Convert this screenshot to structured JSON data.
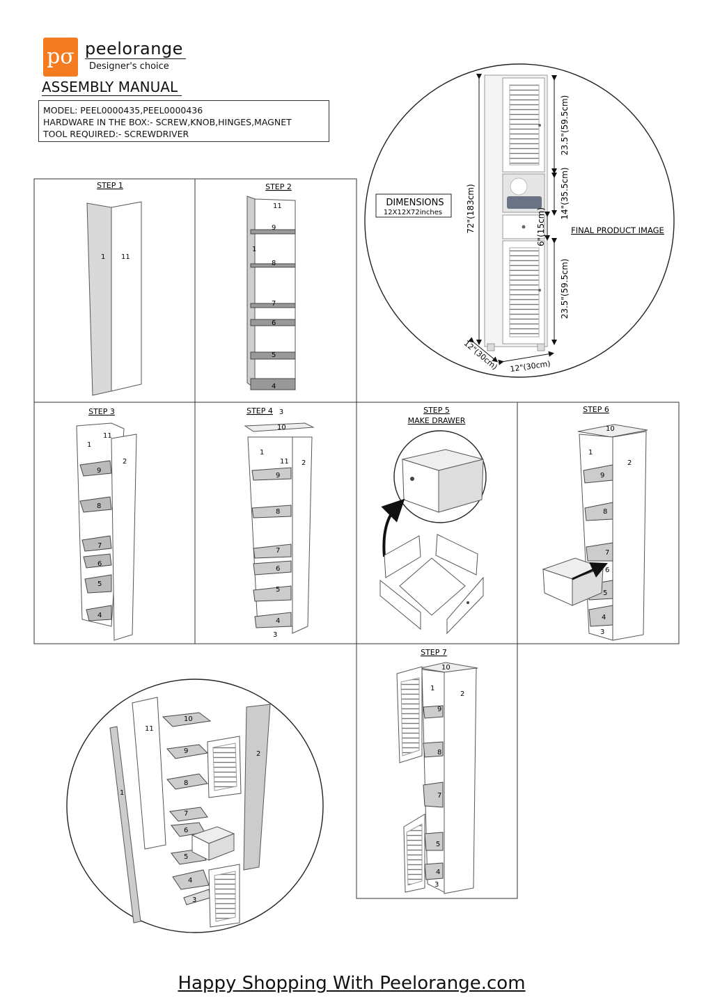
{
  "brand": {
    "logo_text": "pσ",
    "name": "peelorange",
    "tagline": "Designer's choice",
    "accent_color": "#f47b20"
  },
  "manual_title": "ASSEMBLY MANUAL",
  "info": {
    "model_line": "MODEL:  PEEL0000435,PEEL0000436",
    "hardware_line": "HARDWARE IN THE BOX:- SCREW,KNOB,HINGES,MAGNET",
    "tool_line": "TOOL REQUIRED:- SCREWDRIVER"
  },
  "product": {
    "dimensions_title": "DIMENSIONS",
    "dimensions_value": "12X12X72inches",
    "final_image_label": "FINAL PRODUCT IMAGE",
    "height_total": "72\"(183cm)",
    "height_top_door": "23.5\"(59.5cm)",
    "height_shelf": "14\"(35.5cm)",
    "height_drawer": "6\"(15cm)",
    "height_bottom_door": "23.5\"(59.5cm)",
    "depth": "12\"(30cm)",
    "width": "12\"(30cm)"
  },
  "steps": {
    "step1": "STEP 1",
    "step2": "STEP 2",
    "step3": "STEP 3",
    "step4": "STEP 4",
    "step4_suffix": "3",
    "step5": "STEP 5",
    "step5_sub": "MAKE DRAWER",
    "step6": "STEP 6",
    "step7": "STEP 7"
  },
  "part_numbers": [
    "1",
    "2",
    "3",
    "4",
    "5",
    "6",
    "7",
    "8",
    "9",
    "10",
    "11"
  ],
  "footer": "Happy Shopping With Peelorange.com"
}
